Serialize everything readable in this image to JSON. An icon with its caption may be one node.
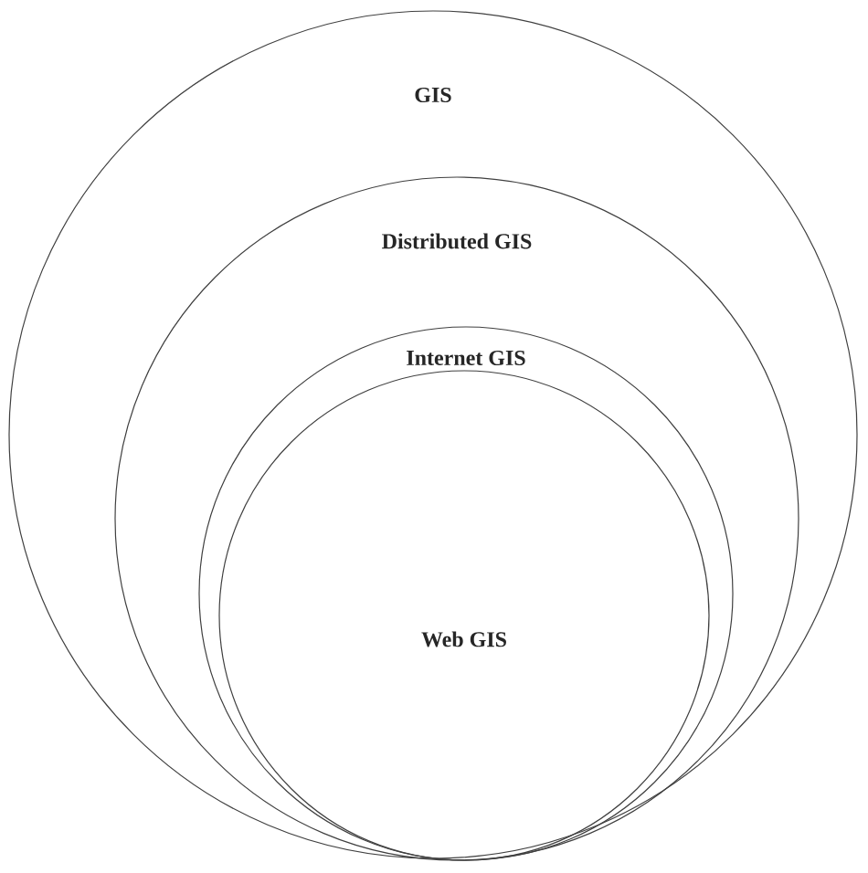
{
  "diagram": {
    "nodes": [
      {
        "text": [
          "GIS"
        ]
      },
      {
        "text": [
          "Distributed GIS"
        ],
        "in": 0
      },
      {
        "text": [
          "Internet GIS"
        ],
        "in": 1
      },
      {
        "text": [
          "Web GIS"
        ],
        "in": 2
      }
    ]
  }
}
